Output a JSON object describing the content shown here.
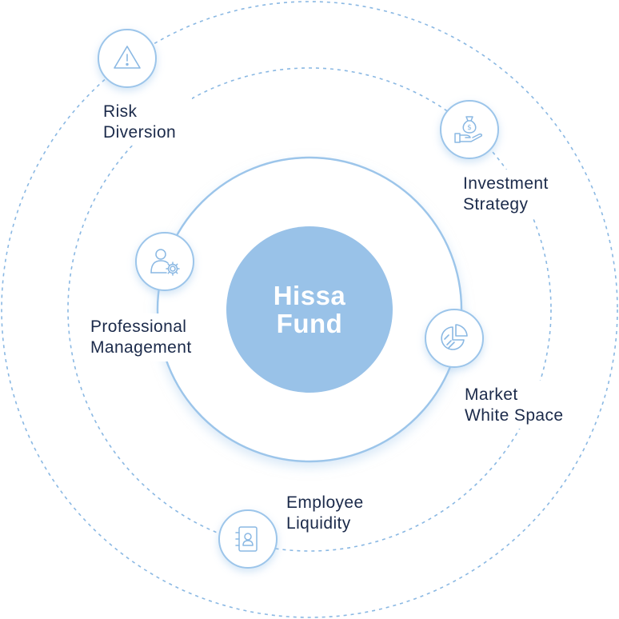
{
  "center": {
    "line1": "Hissa",
    "line2": "Fund"
  },
  "colors": {
    "center_fill": "#99c2e8",
    "ring": "#9cc5ea",
    "dashed_ring": "#8ab8e3",
    "icon_stroke": "#8ab8e3",
    "label_text": "#1b2a4a"
  },
  "features": [
    {
      "id": "risk-diversion",
      "icon": "warning-triangle-icon",
      "line1": "Risk",
      "line2": "Diversion"
    },
    {
      "id": "investment-strategy",
      "icon": "money-bag-hand-icon",
      "line1": "Investment",
      "line2": "Strategy"
    },
    {
      "id": "professional-management",
      "icon": "user-gear-icon",
      "line1": "Professional",
      "line2": "Management"
    },
    {
      "id": "market-white-space",
      "icon": "pie-chart-icon",
      "line1": "Market",
      "line2": "White Space"
    },
    {
      "id": "employee-liquidity",
      "icon": "contact-book-icon",
      "line1": "Employee",
      "line2": "Liquidity"
    }
  ]
}
